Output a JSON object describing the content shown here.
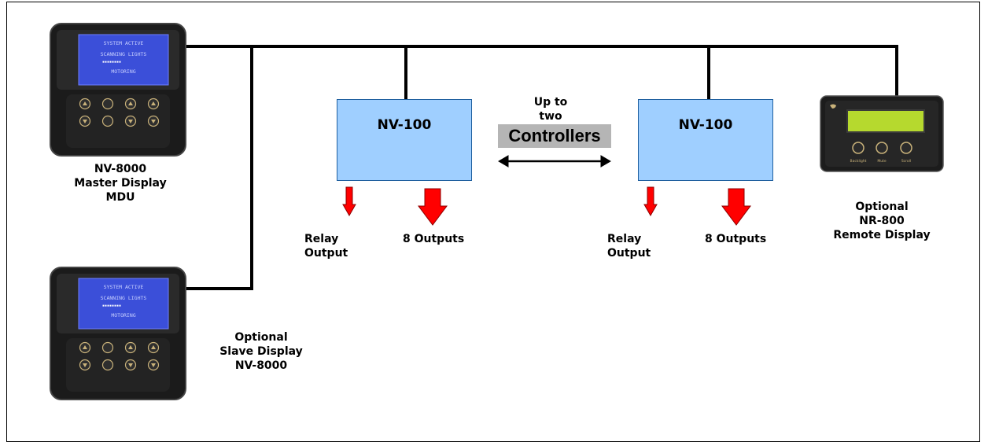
{
  "master_display": {
    "screen_lines": [
      "SYSTEM ACTIVE",
      "SCANNING LIGHTS",
      "▪▪▪▪▪▪▪▪",
      "MOTORING"
    ],
    "label_lines": [
      "NV-8000",
      "Master Display",
      "MDU"
    ]
  },
  "slave_display": {
    "screen_lines": [
      "SYSTEM ACTIVE",
      "SCANNING LIGHTS",
      "▪▪▪▪▪▪▪▪",
      "MOTORING"
    ],
    "label_lines": [
      "Optional",
      "Slave Display",
      "NV-8000"
    ]
  },
  "controllers": [
    {
      "title": "NV-100",
      "relay_label_lines": [
        "Relay",
        "Output"
      ],
      "outputs_label": "8 Outputs"
    },
    {
      "title": "NV-100",
      "relay_label_lines": [
        "Relay",
        "Output"
      ],
      "outputs_label": "8 Outputs"
    }
  ],
  "middle": {
    "upto_lines": [
      "Up to",
      "two"
    ],
    "controllers_label": "Controllers"
  },
  "remote_display": {
    "button_labels": [
      "Backlight",
      "Mute",
      "Scroll"
    ],
    "label_lines": [
      "Optional",
      "NR-800",
      "Remote Display"
    ]
  },
  "colors": {
    "controller_fill": "#9fcfff",
    "arrow_red": "#ff0000",
    "lcd_blue": "#3b4fd9",
    "remote_lcd": "#b6d92e"
  }
}
